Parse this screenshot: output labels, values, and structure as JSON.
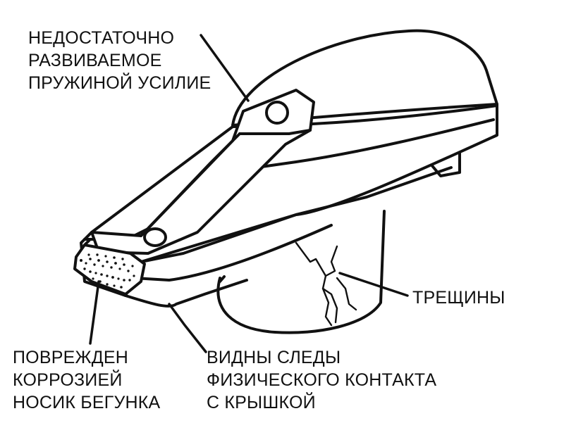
{
  "labels": {
    "spring": [
      "НЕДОСТАТОЧНО",
      "РАЗВИВАЕМОЕ",
      "ПРУЖИНОЙ УСИЛИЕ"
    ],
    "cracks": [
      "ТРЕЩИНЫ"
    ],
    "tip": [
      "ПОВРЕЖДЕН",
      "КОРРОЗИЕЙ",
      "НОСИК БЕГУНКА"
    ],
    "contact": [
      "ВИДНЫ СЛЕДЫ",
      "ФИЗИЧЕСКОГО КОНТАКТА",
      "С КРЫШКОЙ"
    ]
  },
  "colors": {
    "ink": "#111111",
    "paper": "#ffffff"
  }
}
